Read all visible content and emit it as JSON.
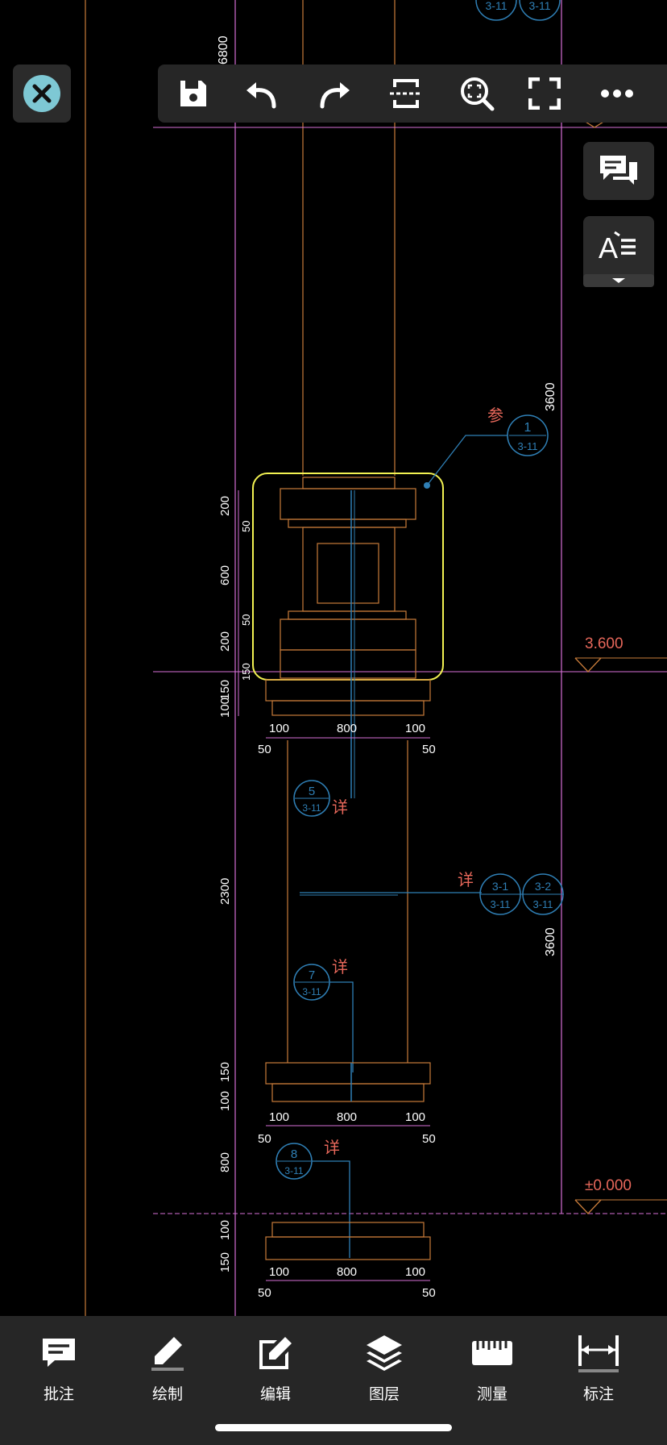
{
  "colors": {
    "background": "#000000",
    "orange": "#c77b3a",
    "magenta": "#d66fd6",
    "blue": "#2f7fb5",
    "yellow": "#f2f252",
    "white": "#ffffff",
    "red_text": "#e6675a",
    "toolbar_bg": "#262626",
    "close_circle": "#7ec8d4"
  },
  "toolbar": {
    "icons": [
      "save-icon",
      "undo-icon",
      "redo-icon",
      "split-view-icon",
      "zoom-region-icon",
      "fullscreen-icon",
      "more-icon"
    ]
  },
  "side_panel": {
    "icons": [
      "comments-icon",
      "text-style-icon"
    ]
  },
  "bottom_nav": {
    "items": [
      {
        "label": "批注",
        "icon": "annotation-icon"
      },
      {
        "label": "绘制",
        "icon": "draw-icon"
      },
      {
        "label": "编辑",
        "icon": "edit-icon"
      },
      {
        "label": "图层",
        "icon": "layers-icon"
      },
      {
        "label": "测量",
        "icon": "measure-icon"
      },
      {
        "label": "标注",
        "icon": "dimension-icon"
      }
    ]
  },
  "drawing": {
    "top_left_dim": "6800",
    "right_dim_upper": "3600",
    "right_dim_lower": "3600",
    "level_upper": "3.600",
    "level_lower": "±0.000",
    "callout_ref": "参",
    "detail_label": "详",
    "circle_1_top": "1",
    "circle_1_bottom": "3-11",
    "circle_5_top": "5",
    "circle_5_bottom": "3-11",
    "circle_31_top": "3-1",
    "circle_31_bottom": "3-11",
    "circle_32_top": "3-2",
    "circle_32_bottom": "3-11",
    "circle_7_top": "7",
    "circle_7_bottom": "3-11",
    "circle_8_top": "8",
    "circle_8_bottom": "3-11",
    "top_bubble_a": "3-11",
    "top_bubble_b": "3-11",
    "left_dims": {
      "d200a": "200",
      "d50a": "50",
      "d600": "600",
      "d50b": "50",
      "d200b": "200",
      "d150a": "150",
      "d150b": "150",
      "d100a": "100",
      "d2300": "2300",
      "d150c": "150",
      "d100b": "100",
      "d800": "800",
      "d100c": "100",
      "d150d": "150"
    },
    "horiz_dims_1": {
      "a": "100",
      "b": "800",
      "c": "100",
      "l": "50",
      "r": "50"
    },
    "horiz_dims_2": {
      "a": "100",
      "b": "800",
      "c": "100",
      "l": "50",
      "r": "50"
    },
    "horiz_dims_3": {
      "a": "100",
      "b": "800",
      "c": "100",
      "l": "50",
      "r": "50"
    }
  }
}
